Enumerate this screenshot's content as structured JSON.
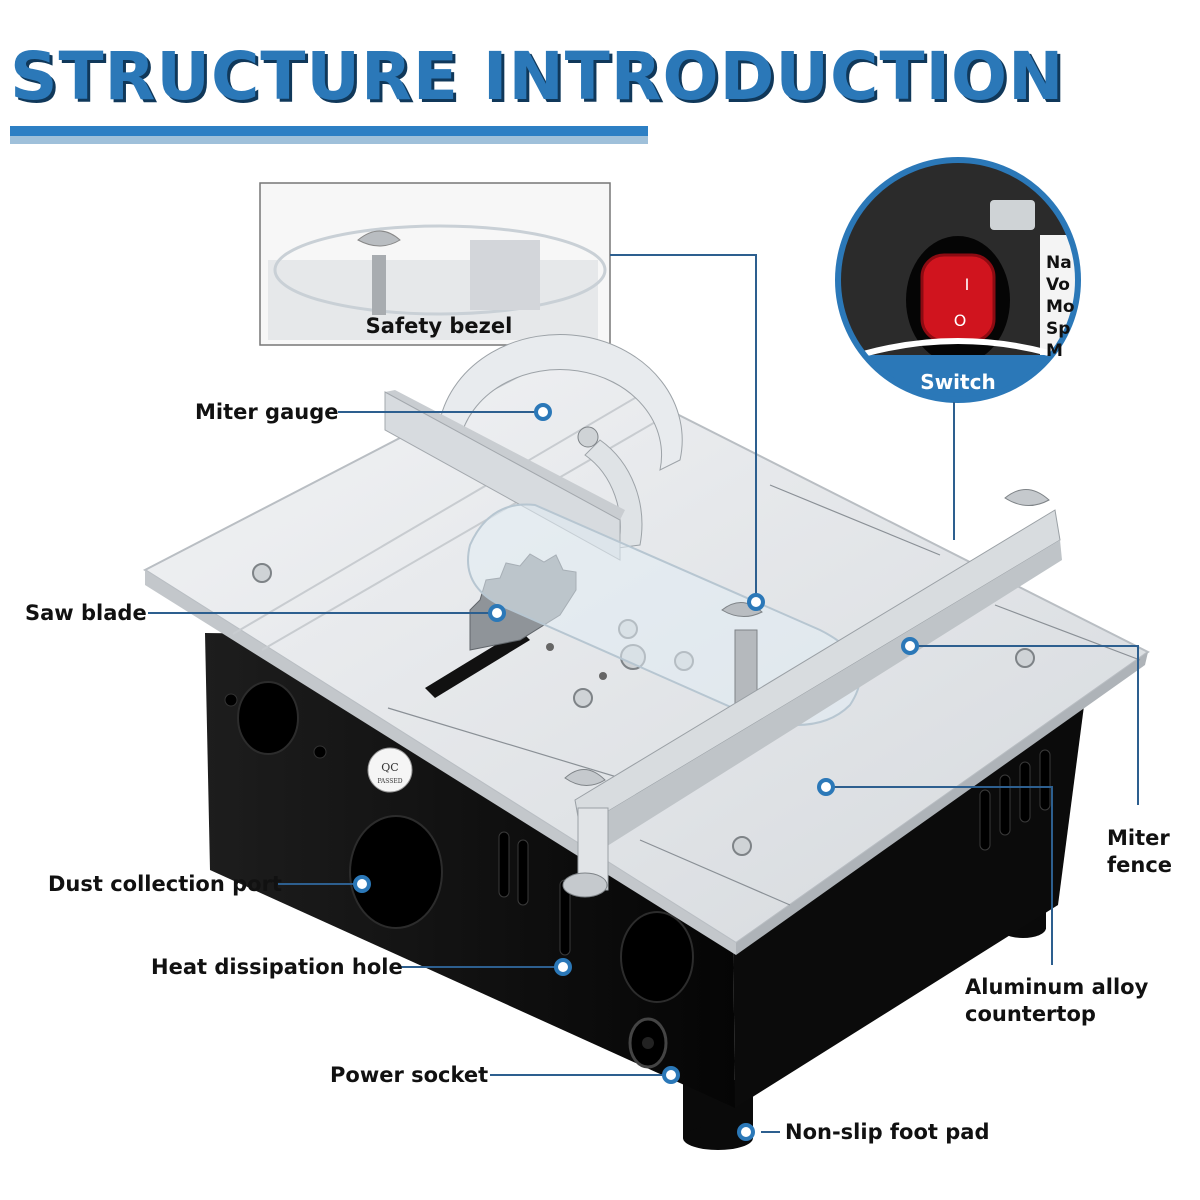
{
  "header": {
    "title": "STRUCTURE INTRODUCTION"
  },
  "insets": {
    "safety_bezel": "Safety bezel",
    "switch": "Switch",
    "switch_marks": {
      "on": "I",
      "off": "O"
    },
    "spec_fragments": [
      "Na",
      "Vo",
      "Mo",
      "Sp",
      "M"
    ]
  },
  "device": {
    "qc_badge": {
      "top": "QC",
      "bottom": "PASSED"
    }
  },
  "callouts": {
    "miter_gauge": "Miter gauge",
    "saw_blade": "Saw blade",
    "dust_collection_port": "Dust collection port",
    "heat_dissipation_hole": "Heat dissipation hole",
    "power_socket": "Power socket",
    "non_slip_foot_pad": "Non-slip foot pad",
    "miter_fence": [
      "Miter",
      "fence"
    ],
    "aluminum_alloy_countertop": [
      "Aluminum alloy",
      "countertop"
    ]
  },
  "colors": {
    "accent": "#2b78b8",
    "title_shadow": "#10385a",
    "leader_line": "#2d5f8f",
    "aluminum": "#e2e5e8",
    "body": "#121212",
    "switch_red": "#d0141e"
  }
}
